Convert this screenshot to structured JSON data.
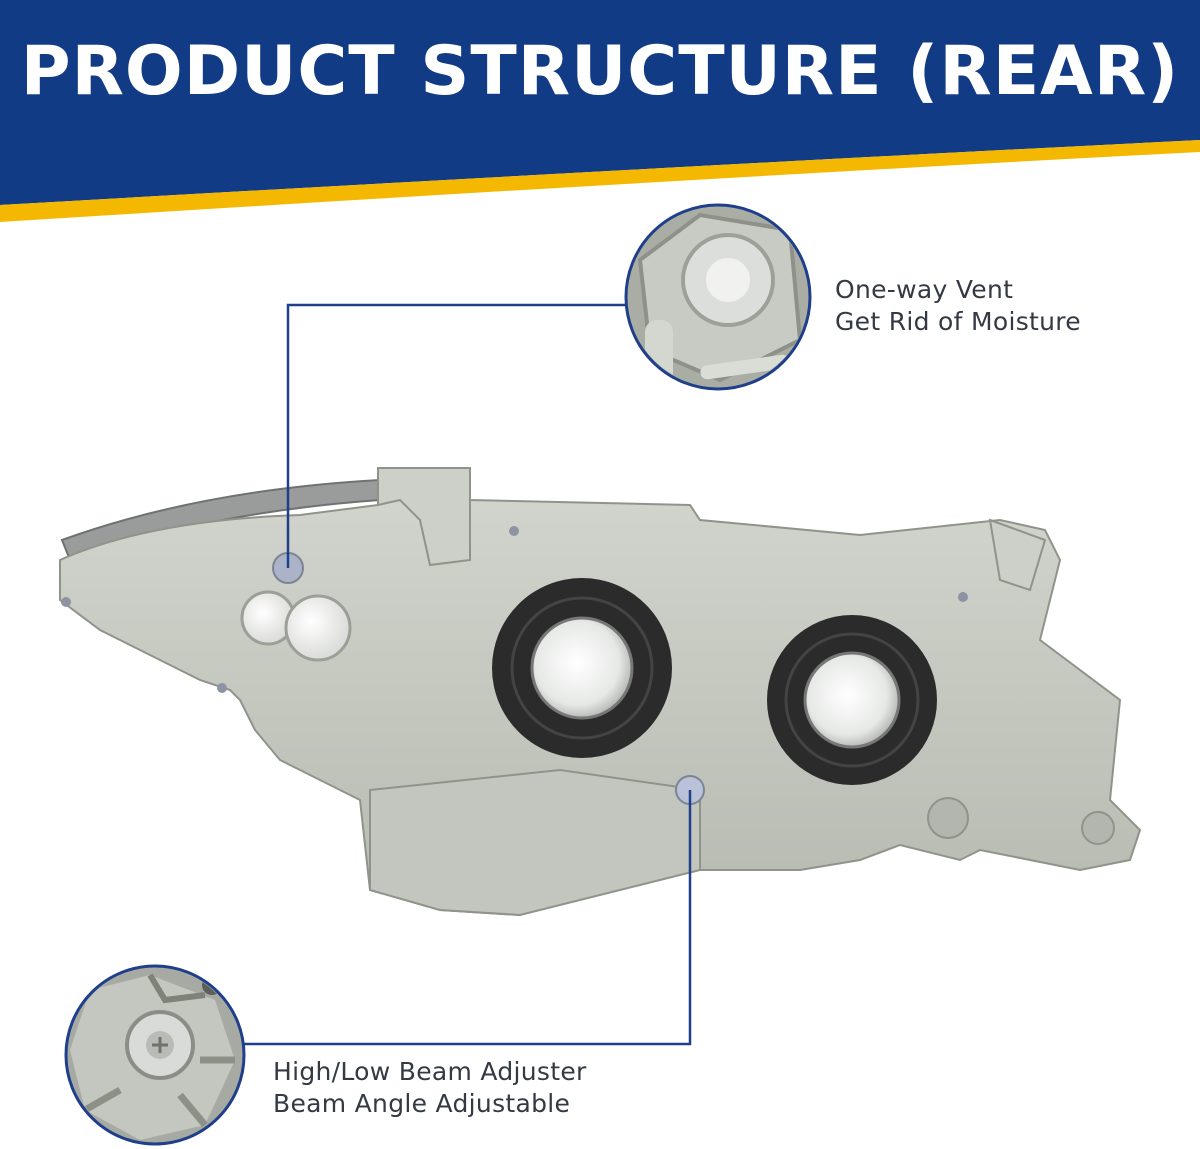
{
  "header": {
    "title": "PRODUCT STRUCTURE (REAR)"
  },
  "colors": {
    "banner_blue": "#123b86",
    "accent_yellow": "#f5b800",
    "leader_line": "#1f3f8a",
    "housing_gray": "#c9ccc4",
    "gasket_black": "#2b2b2b"
  },
  "callouts": {
    "vent": {
      "line1": "One-way Vent",
      "line2": "Get Rid of Moisture"
    },
    "adjuster": {
      "line1": "High/Low Beam Adjuster",
      "line2": "Beam Angle Adjustable"
    }
  }
}
